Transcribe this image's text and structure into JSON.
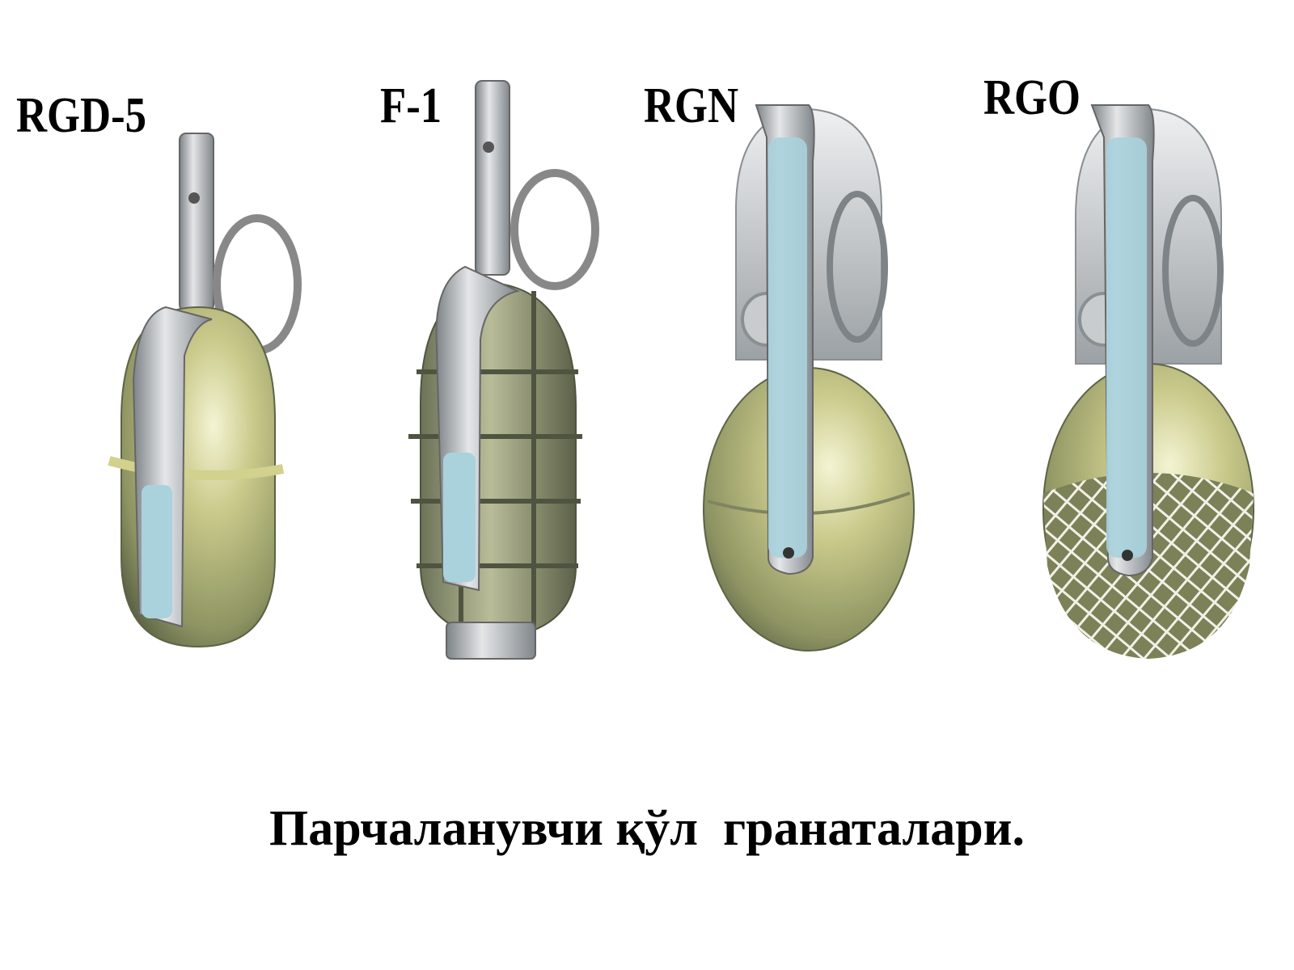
{
  "labels": {
    "rgd5": "RGD-5",
    "f1": "F-1",
    "rgn": "RGN",
    "rgo": "RGO"
  },
  "caption": "Парчаланувчи қўл  гранаталари.",
  "colors": {
    "body_olive": "#c4c47a",
    "body_dark": "#6f7a55",
    "metal_light": "#d4d7d9",
    "metal_dark": "#8a8f93",
    "lever_blue": "#a9d2dc"
  }
}
